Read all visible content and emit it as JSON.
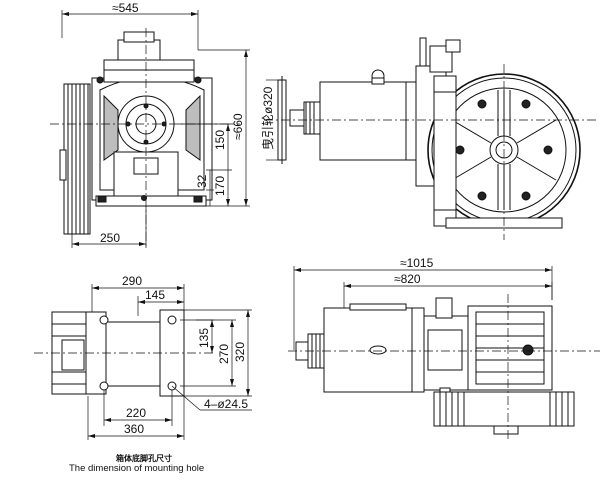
{
  "front_view": {
    "width": "≈545",
    "height": "≈660",
    "dim_150": "150",
    "dim_32": "32",
    "dim_170": "170",
    "dim_250": "250"
  },
  "side_view": {
    "sheave_diameter": "曳引轮ø320"
  },
  "plan_view": {
    "dim_290": "290",
    "dim_145": "145",
    "dim_135": "135",
    "dim_270": "270",
    "dim_320": "320",
    "dim_220": "220",
    "dim_360": "360",
    "holes": "4–ø24.5"
  },
  "top_view": {
    "overall": "≈1015",
    "motor": "≈820"
  },
  "caption": {
    "chinese": "箱体底脚孔尺寸",
    "english": "The dimension of mounting hole"
  },
  "colors": {
    "line": "#111111",
    "background": "#ffffff"
  }
}
